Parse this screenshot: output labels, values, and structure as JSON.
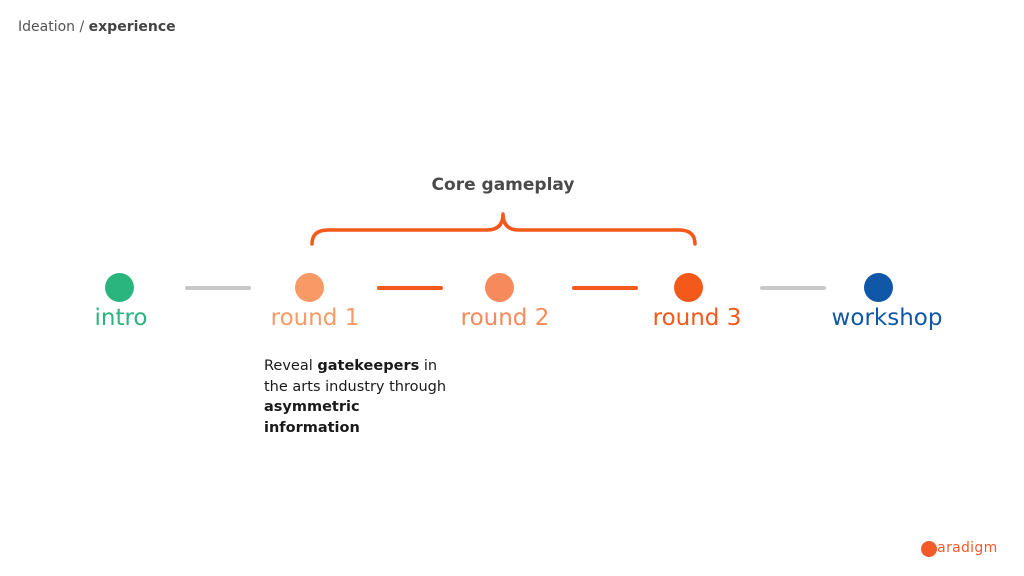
{
  "breadcrumb": {
    "section": "Ideation",
    "separator": " / ",
    "page": "experience"
  },
  "group_label": "Core gameplay",
  "stages": [
    {
      "label": "intro",
      "color": "#2ab57f"
    },
    {
      "label": "round 1",
      "color": "#f99a66"
    },
    {
      "label": "round 2",
      "color": "#f78a5c"
    },
    {
      "label": "round 3",
      "color": "#f4581a"
    },
    {
      "label": "workshop",
      "color": "#1057a7"
    }
  ],
  "connector_colors": [
    "#c8c8c8",
    "#f4581a",
    "#f4581a",
    "#c8c8c8"
  ],
  "brace_color": "#f4581a",
  "description": {
    "t1": "Reveal ",
    "b1": "gatekeepers",
    "t2": " in the arts industry through ",
    "b2": "asymmetric information"
  },
  "logo": {
    "text": "paradigm",
    "color": "#f45b2a"
  }
}
